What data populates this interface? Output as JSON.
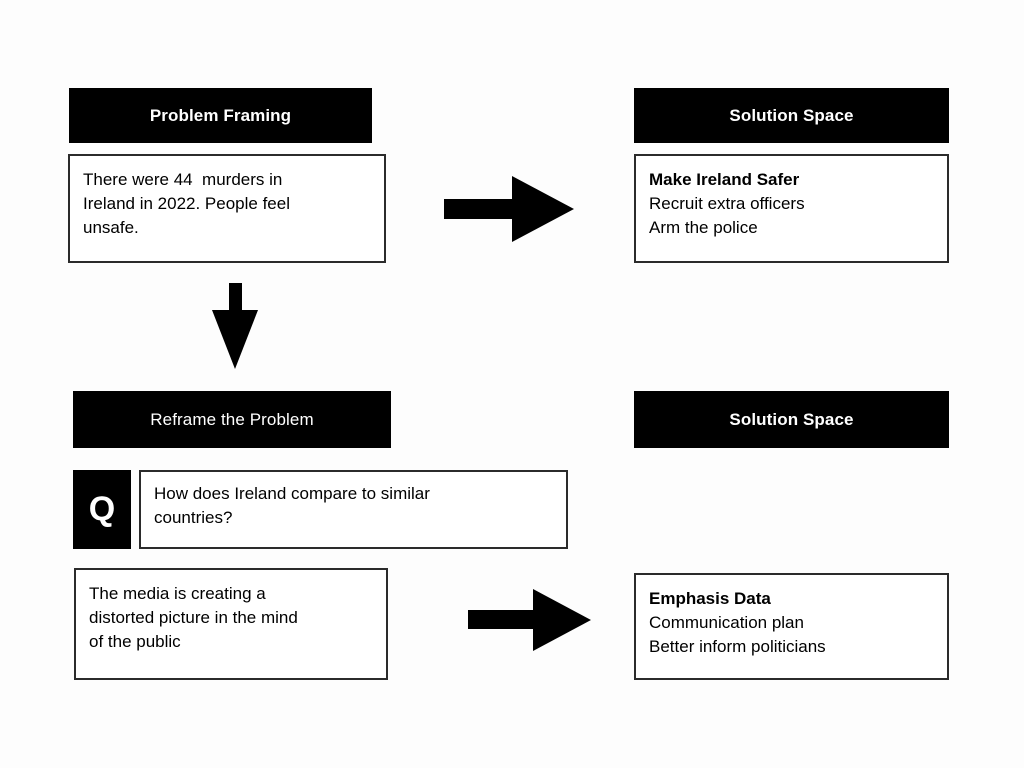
{
  "diagram": {
    "title": "Problem Framing and Reframing Diagram",
    "background_color": "#fdfdfd",
    "ink_color": "#000000",
    "box_border_color": "#2b2b2b"
  },
  "row1": {
    "left_header": "Problem Framing",
    "left_body": [
      "There were 44  murders in",
      "Ireland in 2022. People feel",
      "unsafe."
    ],
    "right_header": "Solution Space",
    "right_body": [
      "Make Ireland Safer",
      "Recruit extra officers",
      "Arm the police"
    ],
    "right_body_bold_index": 0,
    "arrow": "arrow-right-icon"
  },
  "connector": {
    "arrow": "arrow-down-icon"
  },
  "row2": {
    "left_header": "Reframe the Problem",
    "question_marker": "Q",
    "question_body": [
      "How does Ireland compare to similar",
      "countries?"
    ],
    "left_body": [
      "The media is creating a",
      "distorted picture in the mind",
      "of the public"
    ],
    "right_header": "Solution Space",
    "right_body": [
      "Emphasis Data",
      "Communication plan",
      "Better inform politicians"
    ],
    "right_body_bold_index": 0,
    "arrow": "arrow-right-icon"
  }
}
